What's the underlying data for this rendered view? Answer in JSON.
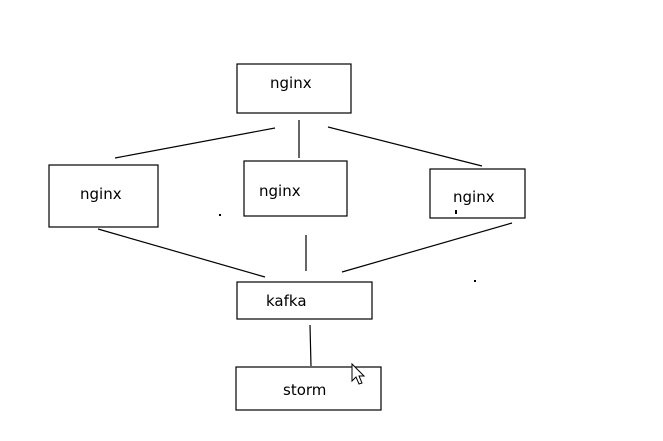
{
  "nodes": {
    "nginx_top": {
      "label": "nginx"
    },
    "nginx_left": {
      "label": "nginx"
    },
    "nginx_center": {
      "label": "nginx"
    },
    "nginx_right": {
      "label": "nginx"
    },
    "kafka": {
      "label": "kafka"
    },
    "storm": {
      "label": "storm"
    }
  },
  "icons": {
    "cursor": "mouse-pointer-icon"
  }
}
